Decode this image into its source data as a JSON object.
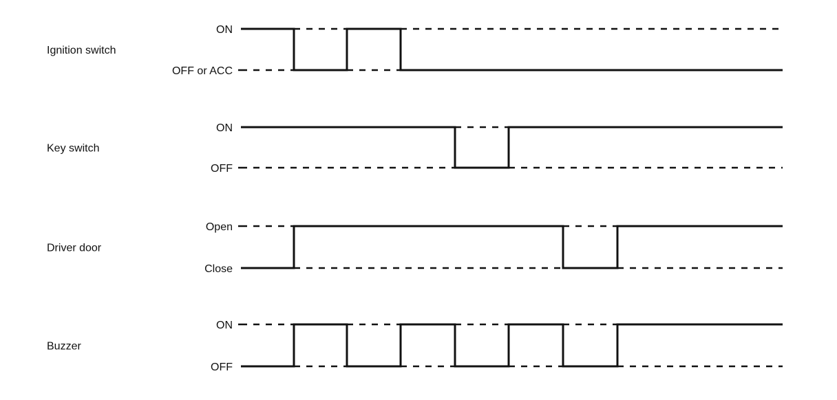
{
  "signals": [
    {
      "name": "Ignition switch",
      "high_label": "ON",
      "low_label": "OFF or ACC",
      "initial": "high",
      "transitions": [
        1,
        2,
        3
      ]
    },
    {
      "name": "Key switch",
      "high_label": "ON",
      "low_label": "OFF",
      "initial": "high",
      "transitions": [
        4,
        5
      ]
    },
    {
      "name": "Driver door",
      "high_label": "Open",
      "low_label": "Close",
      "initial": "low",
      "transitions": [
        1,
        6,
        7
      ]
    },
    {
      "name": "Buzzer",
      "high_label": "ON",
      "low_label": "OFF",
      "initial": "low",
      "transitions": [
        1,
        2,
        3,
        4,
        5,
        6,
        7
      ]
    }
  ],
  "colors": {
    "line": "#111111",
    "text": "#111111",
    "background": "#ffffff"
  }
}
